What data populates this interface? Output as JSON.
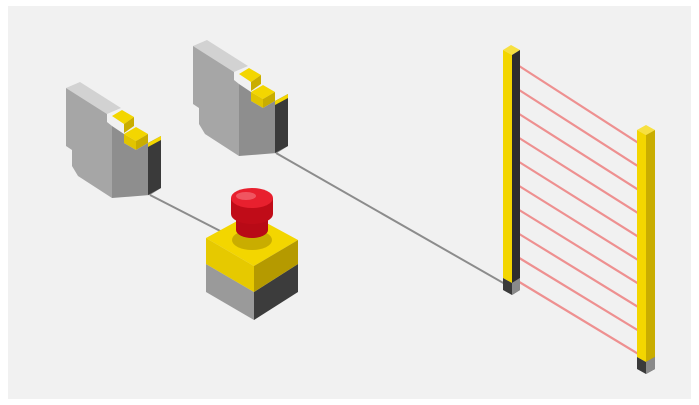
{
  "diagram": {
    "background_color": "#f1f1f1",
    "components": [
      {
        "id": "safety-relay-1",
        "kind": "safety-relay",
        "icon": "din-rail-relay-icon"
      },
      {
        "id": "safety-relay-2",
        "kind": "safety-relay",
        "icon": "din-rail-relay-icon"
      },
      {
        "id": "emergency-stop",
        "kind": "emergency-stop-button",
        "icon": "e-stop-icon"
      },
      {
        "id": "light-curtain",
        "kind": "safety-light-curtain",
        "beam_count": 10,
        "icon": "light-curtain-icon"
      }
    ],
    "connections": [
      {
        "from": "safety-relay-1",
        "to": "emergency-stop"
      },
      {
        "from": "safety-relay-2",
        "to": "light-curtain"
      }
    ],
    "colors": {
      "housing_light": "#c4c4c4",
      "housing_mid": "#a4a4a4",
      "housing_dark": "#8e8e8e",
      "yellow": "#f0d000",
      "yellow_dark": "#c9ad00",
      "black_face": "#3a3a3a",
      "red": "#e01020",
      "red_dark": "#a40812",
      "beam": "#ee9090",
      "wire": "#8c8c8c"
    }
  }
}
